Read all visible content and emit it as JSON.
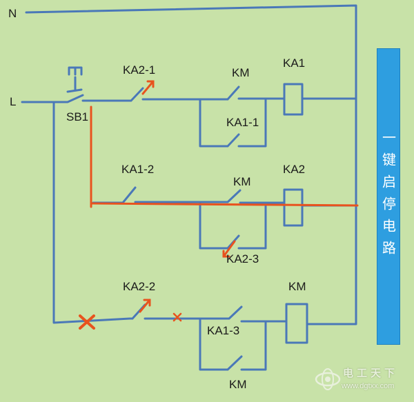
{
  "labels": {
    "n": "N",
    "l": "L",
    "sb1": "SB1",
    "ka2_1": "KA2-1",
    "km_top": "KM",
    "ka1": "KA1",
    "ka1_1": "KA1-1",
    "ka1_2": "KA1-2",
    "km_mid": "KM",
    "ka2": "KA2",
    "ka2_3": "KA2-3",
    "ka2_2": "KA2-2",
    "km_coil": "KM",
    "ka1_3": "KA1-3",
    "km_bottom": "KM"
  },
  "title": "一键启停电路",
  "watermark": {
    "text": "电工天下",
    "url": "www.dgtxx.com"
  },
  "colors": {
    "wire": "#4a78b8",
    "highlight": "#e8531e",
    "title_bg": "#2e9ee0",
    "background": "#c8e2a8"
  }
}
